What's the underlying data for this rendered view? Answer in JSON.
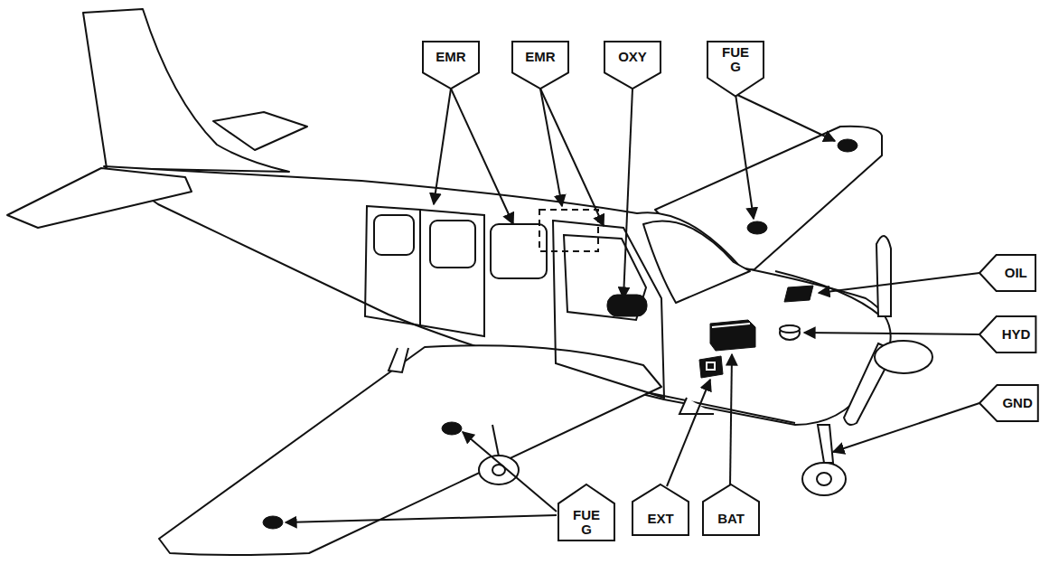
{
  "diagram": {
    "nodes": [
      {
        "text": [
          "EMR"
        ]
      },
      {
        "text": [
          "EMR"
        ]
      },
      {
        "text": [
          "OXY"
        ]
      },
      {
        "text": [
          "FUE G"
        ]
      },
      {
        "text": [
          "OIL"
        ]
      },
      {
        "text": [
          "HYD"
        ]
      },
      {
        "text": [
          "GND"
        ]
      },
      {
        "text": [
          "FUE G"
        ]
      },
      {
        "text": [
          "EXT"
        ]
      },
      {
        "text": [
          "BAT"
        ]
      }
    ]
  }
}
